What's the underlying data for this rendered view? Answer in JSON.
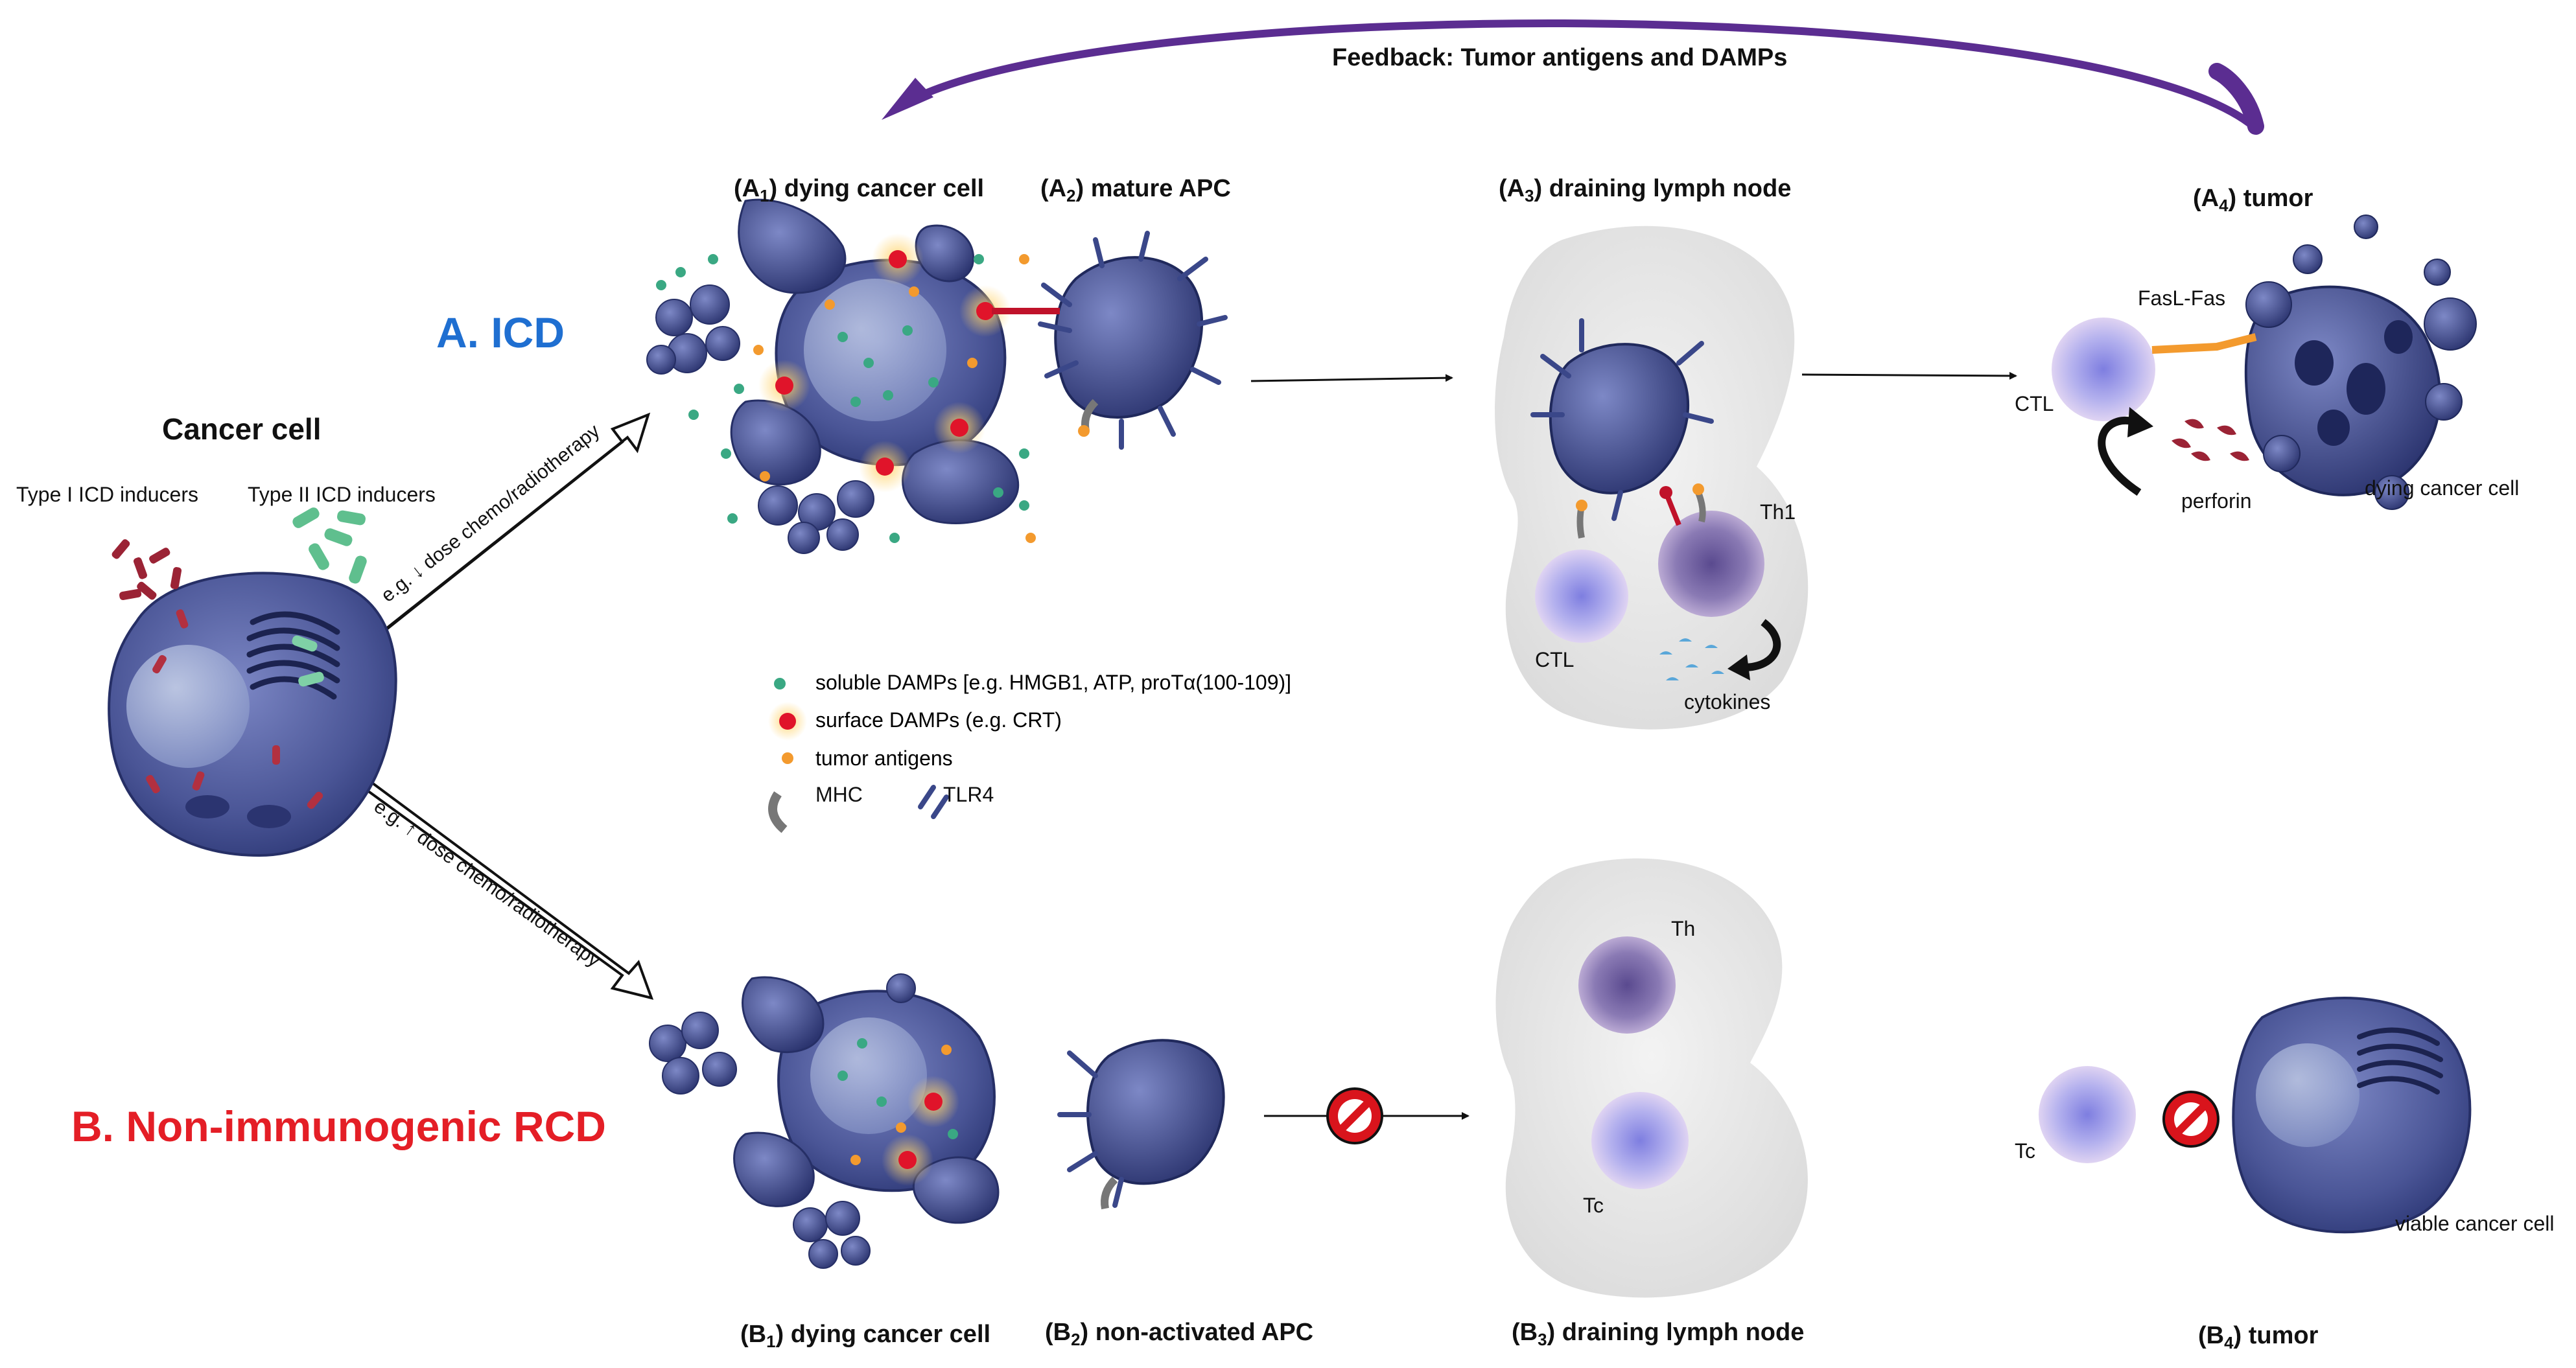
{
  "feedback_label": "Feedback: Tumor antigens and DAMPs",
  "panel_a": {
    "title": "A. ICD",
    "title_color": "#1f6fd1",
    "a1": {
      "prefix": "(A",
      "sub": "1",
      "suffix": ") dying cancer cell"
    },
    "a2": {
      "prefix": "(A",
      "sub": "2",
      "suffix": ") mature APC"
    },
    "a3": {
      "prefix": "(A",
      "sub": "3",
      "suffix": ") draining lymph node"
    },
    "a4": {
      "prefix": "(A",
      "sub": "4",
      "suffix": ") tumor"
    },
    "arrow_label": "e.g. ↓ dose chemo/radiotherapy",
    "lymph": {
      "th1": "Th1",
      "ctl": "CTL",
      "cytokines": "cytokines"
    },
    "tumor": {
      "fasl": "FasL-Fas",
      "ctl": "CTL",
      "perforin": "perforin",
      "dying": "dying cancer cell"
    }
  },
  "panel_b": {
    "title": "B. Non-immunogenic RCD",
    "title_color": "#e41e26",
    "b1": {
      "prefix": "(B",
      "sub": "1",
      "suffix": ") dying cancer cell"
    },
    "b2": {
      "prefix": "(B",
      "sub": "2",
      "suffix": ") non-activated APC"
    },
    "b3": {
      "prefix": "(B",
      "sub": "3",
      "suffix": ") draining lymph node"
    },
    "b4": {
      "prefix": "(B",
      "sub": "4",
      "suffix": ") tumor"
    },
    "arrow_label": "e.g. ↑ dose chemo/radiotherapy",
    "lymph": {
      "th": "Th",
      "tc": "Tc"
    },
    "tumor": {
      "tc": "Tc",
      "viable": "viable cancer cell"
    }
  },
  "cancer_cell": {
    "title": "Cancer cell",
    "type1": "Type I ICD inducers",
    "type2": "Type II ICD inducers"
  },
  "legend": {
    "soluble": "soluble DAMPs [e.g. HMGB1, ATP, proTα(100-109)]",
    "surface": "surface DAMPs (e.g. CRT)",
    "antigens": "tumor antigens",
    "mhc": "MHC",
    "tlr4": "TLR4"
  },
  "colors": {
    "cell": "#3f4b8c",
    "soluble_damp": "#3aa883",
    "surface_damp": "#e0142a",
    "antigen": "#f39a2e",
    "feedback_arrow": "#5b2d91",
    "block": "#d9141c"
  }
}
